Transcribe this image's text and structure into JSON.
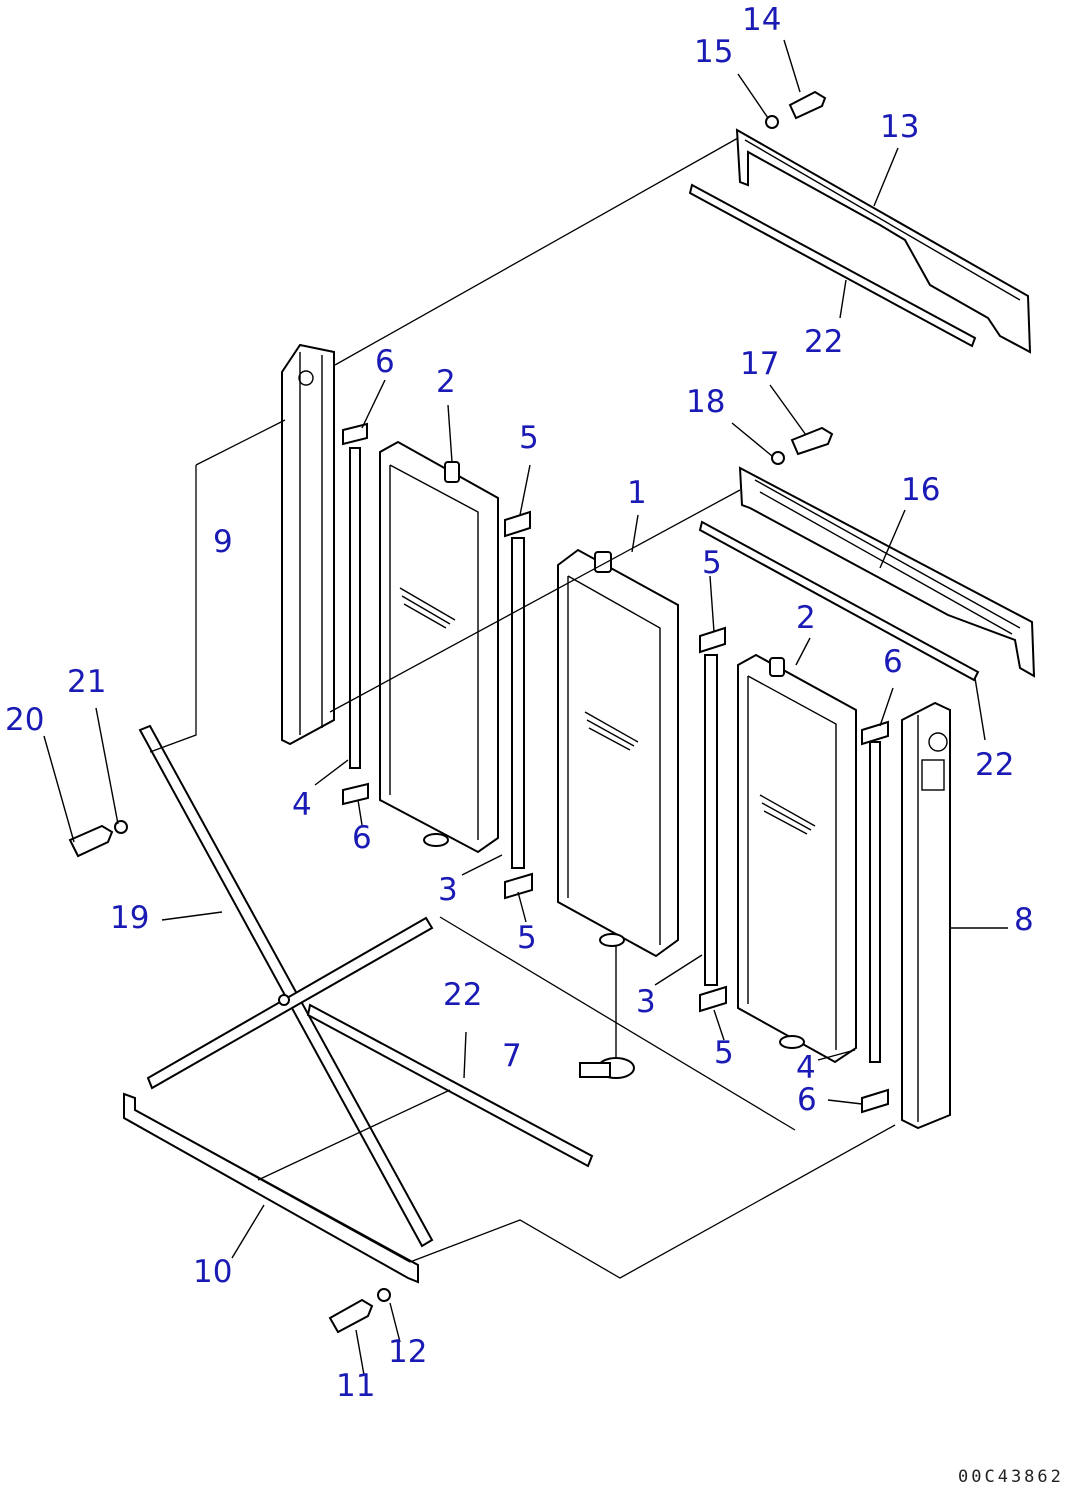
{
  "diagram": {
    "drawing_code": "00C43862",
    "callouts": [
      {
        "id": "c1",
        "label": "1"
      },
      {
        "id": "c2a",
        "label": "2"
      },
      {
        "id": "c2b",
        "label": "2"
      },
      {
        "id": "c3a",
        "label": "3"
      },
      {
        "id": "c3b",
        "label": "3"
      },
      {
        "id": "c4a",
        "label": "4"
      },
      {
        "id": "c4b",
        "label": "4"
      },
      {
        "id": "c5a",
        "label": "5"
      },
      {
        "id": "c5b",
        "label": "5"
      },
      {
        "id": "c5c",
        "label": "5"
      },
      {
        "id": "c5d",
        "label": "5"
      },
      {
        "id": "c6a",
        "label": "6"
      },
      {
        "id": "c6b",
        "label": "6"
      },
      {
        "id": "c6c",
        "label": "6"
      },
      {
        "id": "c6d",
        "label": "6"
      },
      {
        "id": "c7",
        "label": "7"
      },
      {
        "id": "c8",
        "label": "8"
      },
      {
        "id": "c9",
        "label": "9"
      },
      {
        "id": "c10",
        "label": "10"
      },
      {
        "id": "c11",
        "label": "11"
      },
      {
        "id": "c12",
        "label": "12"
      },
      {
        "id": "c13",
        "label": "13"
      },
      {
        "id": "c14",
        "label": "14"
      },
      {
        "id": "c15",
        "label": "15"
      },
      {
        "id": "c16",
        "label": "16"
      },
      {
        "id": "c17",
        "label": "17"
      },
      {
        "id": "c18",
        "label": "18"
      },
      {
        "id": "c19",
        "label": "19"
      },
      {
        "id": "c20",
        "label": "20"
      },
      {
        "id": "c21",
        "label": "21"
      },
      {
        "id": "c22a",
        "label": "22"
      },
      {
        "id": "c22b",
        "label": "22"
      },
      {
        "id": "c22c",
        "label": "22"
      }
    ]
  }
}
